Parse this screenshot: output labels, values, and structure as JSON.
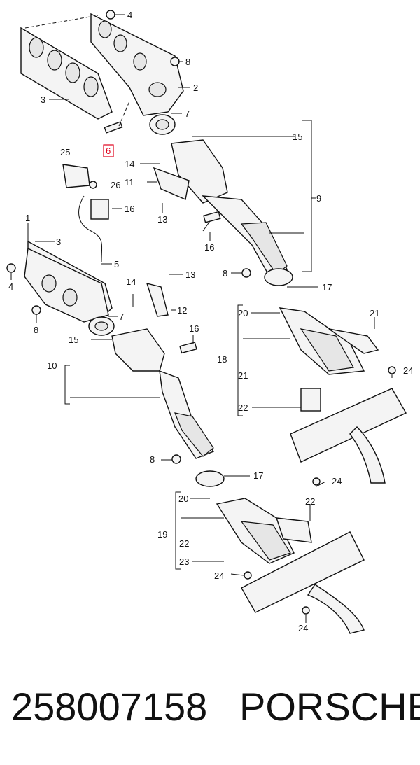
{
  "callouts": [
    {
      "id": "c4a",
      "text": "4"
    },
    {
      "id": "c8a",
      "text": "8"
    },
    {
      "id": "c2",
      "text": "2"
    },
    {
      "id": "c3a",
      "text": "3"
    },
    {
      "id": "c7a",
      "text": "7"
    },
    {
      "id": "c6",
      "text": "6",
      "highlight": true
    },
    {
      "id": "c15a",
      "text": "15"
    },
    {
      "id": "c9",
      "text": "9"
    },
    {
      "id": "c25",
      "text": "25"
    },
    {
      "id": "c14a",
      "text": "14"
    },
    {
      "id": "c11",
      "text": "11"
    },
    {
      "id": "c26",
      "text": "26"
    },
    {
      "id": "c16a",
      "text": "16"
    },
    {
      "id": "c13a",
      "text": "13"
    },
    {
      "id": "c16b",
      "text": "16"
    },
    {
      "id": "c1",
      "text": "1"
    },
    {
      "id": "c3b",
      "text": "3"
    },
    {
      "id": "c5",
      "text": "5"
    },
    {
      "id": "c4b",
      "text": "4"
    },
    {
      "id": "c8b",
      "text": "8"
    },
    {
      "id": "c17a",
      "text": "17"
    },
    {
      "id": "c13b",
      "text": "13"
    },
    {
      "id": "c14b",
      "text": "14"
    },
    {
      "id": "c12",
      "text": "12"
    },
    {
      "id": "c20a",
      "text": "20"
    },
    {
      "id": "c21a",
      "text": "21"
    },
    {
      "id": "c8c",
      "text": "8"
    },
    {
      "id": "c7b",
      "text": "7"
    },
    {
      "id": "c15b",
      "text": "15"
    },
    {
      "id": "c16c",
      "text": "16"
    },
    {
      "id": "c18",
      "text": "18"
    },
    {
      "id": "c21b",
      "text": "21"
    },
    {
      "id": "c24a",
      "text": "24"
    },
    {
      "id": "c10",
      "text": "10"
    },
    {
      "id": "c22a",
      "text": "22"
    },
    {
      "id": "c24b",
      "text": "24"
    },
    {
      "id": "c8d",
      "text": "8"
    },
    {
      "id": "c17b",
      "text": "17"
    },
    {
      "id": "c20b",
      "text": "20"
    },
    {
      "id": "c22b",
      "text": "22"
    },
    {
      "id": "c19",
      "text": "19"
    },
    {
      "id": "c22c",
      "text": "22"
    },
    {
      "id": "c23",
      "text": "23"
    },
    {
      "id": "c24c",
      "text": "24"
    },
    {
      "id": "c24d",
      "text": "24"
    }
  ],
  "footer": {
    "part_number": "258007158",
    "brand": "PORSCHE"
  },
  "colors": {
    "ink": "#111111",
    "highlight": "#e0001b"
  }
}
